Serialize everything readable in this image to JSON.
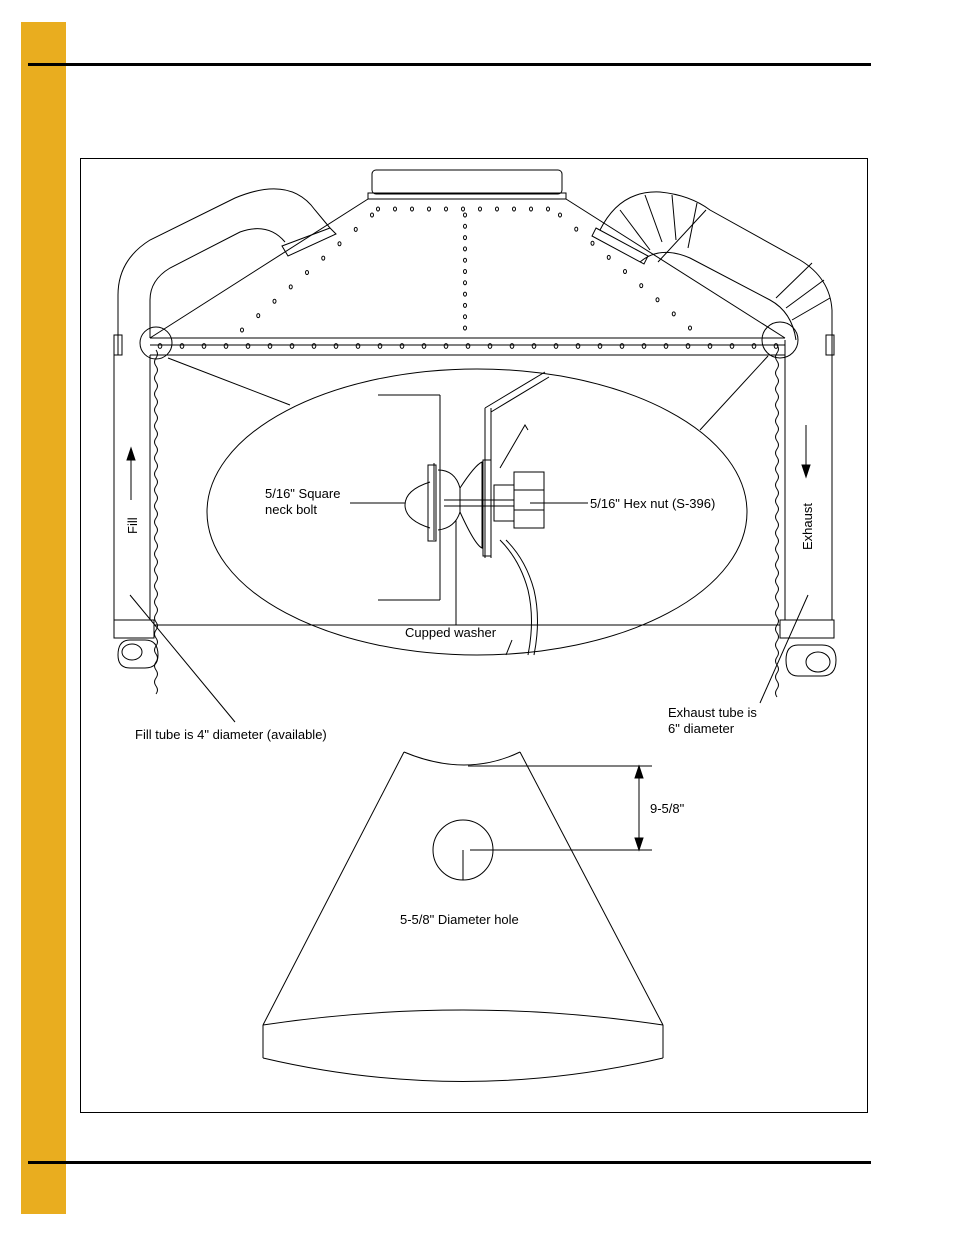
{
  "labels": {
    "bolt_line1": "5/16\" Square",
    "bolt_line2": "neck bolt",
    "nut": "5/16\" Hex nut (S-396)",
    "washer": "Cupped washer",
    "fill": "Fill",
    "exhaust": "Exhaust",
    "fill_tube": "Fill tube is 4\" diameter (available)",
    "exhaust_tube_line1": "Exhaust tube is",
    "exhaust_tube_line2": "6\" diameter",
    "dimension": "9-5/8\"",
    "hole": "5-5/8\" Diameter hole"
  },
  "colors": {
    "side_band": "#e9ad1f",
    "line": "#000000"
  }
}
